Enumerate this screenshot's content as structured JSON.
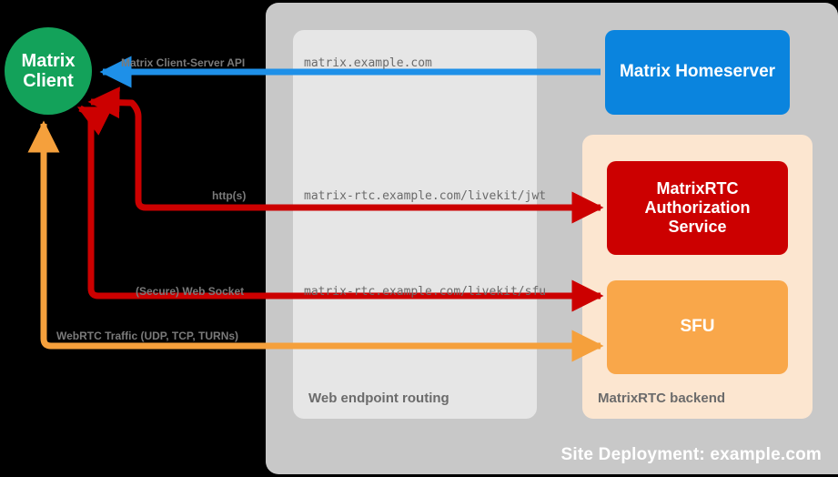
{
  "diagram": {
    "site_deployment": {
      "label": "Site Deployment: example.com"
    },
    "groups": [
      {
        "name": "web-endpoint-routing",
        "label": "Web endpoint routing"
      },
      {
        "name": "matrixrtc-backend",
        "label": "MatrixRTC backend"
      }
    ],
    "nodes": {
      "client": {
        "label": "Matrix\nClient",
        "color": "#13a25a"
      },
      "homeserver": {
        "label": "Matrix Homeserver",
        "color": "#0a84de"
      },
      "auth_service": {
        "label": "MatrixRTC\nAuthorization\nService",
        "color": "#cc0000"
      },
      "sfu": {
        "label": "SFU",
        "color": "#f9a74a"
      }
    },
    "edges": [
      {
        "name": "client-server-api",
        "label": "Matrix Client-Server API",
        "endpoint": "matrix.example.com",
        "color": "#1e90e8"
      },
      {
        "name": "http-jwt",
        "label": "http(s)",
        "endpoint": "matrix-rtc.example.com/livekit/jwt",
        "color": "#cc0000"
      },
      {
        "name": "secure-websocket",
        "label": "(Secure) Web Socket",
        "endpoint": "matrix-rtc.example.com/livekit/sfu",
        "color": "#cc0000"
      },
      {
        "name": "webrtc-traffic",
        "label": "WebRTC Traffic (UDP, TCP, TURNs)",
        "endpoint": "",
        "color": "#f5a03c"
      }
    ]
  }
}
